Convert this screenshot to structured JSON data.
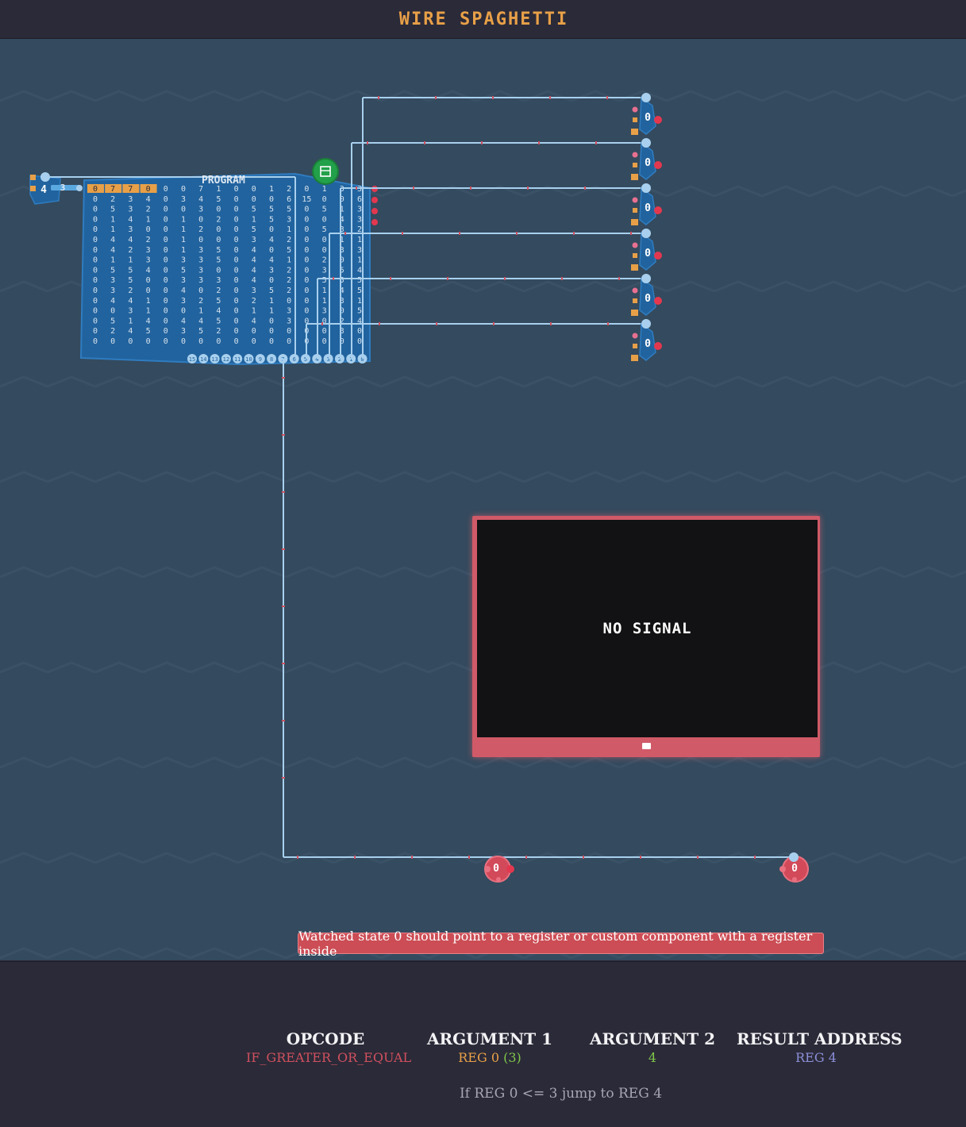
{
  "app": {
    "title": "WIRE SPAGHETTI"
  },
  "program": {
    "label": "PROGRAM",
    "rows": [
      [
        "0",
        "7",
        "7",
        "0",
        "0",
        "0",
        "7",
        "1",
        "0",
        "0",
        "1",
        "2",
        "0",
        "1",
        "3",
        "3"
      ],
      [
        "0",
        "2",
        "3",
        "4",
        "0",
        "3",
        "4",
        "5",
        "0",
        "0",
        "0",
        "6",
        "15",
        "0",
        "0",
        "6"
      ],
      [
        "0",
        "5",
        "3",
        "2",
        "0",
        "0",
        "3",
        "0",
        "0",
        "5",
        "5",
        "5",
        "0",
        "5",
        "1",
        "3"
      ],
      [
        "0",
        "1",
        "4",
        "1",
        "0",
        "1",
        "0",
        "2",
        "0",
        "1",
        "5",
        "3",
        "0",
        "0",
        "4",
        "3"
      ],
      [
        "0",
        "1",
        "3",
        "0",
        "0",
        "1",
        "2",
        "0",
        "0",
        "5",
        "0",
        "1",
        "0",
        "5",
        "3",
        "2"
      ],
      [
        "0",
        "4",
        "4",
        "2",
        "0",
        "1",
        "0",
        "0",
        "0",
        "3",
        "4",
        "2",
        "0",
        "0",
        "1",
        "1"
      ],
      [
        "0",
        "4",
        "2",
        "3",
        "0",
        "1",
        "3",
        "5",
        "0",
        "4",
        "0",
        "5",
        "0",
        "0",
        "3",
        "3"
      ],
      [
        "0",
        "1",
        "1",
        "3",
        "0",
        "3",
        "3",
        "5",
        "0",
        "4",
        "4",
        "1",
        "0",
        "2",
        "0",
        "1"
      ],
      [
        "0",
        "5",
        "5",
        "4",
        "0",
        "5",
        "3",
        "0",
        "0",
        "4",
        "3",
        "2",
        "0",
        "3",
        "5",
        "4"
      ],
      [
        "0",
        "3",
        "5",
        "0",
        "0",
        "3",
        "3",
        "3",
        "0",
        "4",
        "0",
        "2",
        "0",
        "5",
        "5",
        "5"
      ],
      [
        "0",
        "3",
        "2",
        "0",
        "0",
        "4",
        "0",
        "2",
        "0",
        "3",
        "5",
        "2",
        "0",
        "1",
        "4",
        "5"
      ],
      [
        "0",
        "4",
        "4",
        "1",
        "0",
        "3",
        "2",
        "5",
        "0",
        "2",
        "1",
        "0",
        "0",
        "1",
        "3",
        "1"
      ],
      [
        "0",
        "0",
        "3",
        "1",
        "0",
        "0",
        "1",
        "4",
        "0",
        "1",
        "1",
        "3",
        "0",
        "3",
        "0",
        "5"
      ],
      [
        "0",
        "5",
        "1",
        "4",
        "0",
        "4",
        "4",
        "5",
        "0",
        "4",
        "0",
        "3",
        "0",
        "0",
        "2",
        "4"
      ],
      [
        "0",
        "2",
        "4",
        "5",
        "0",
        "3",
        "5",
        "2",
        "0",
        "0",
        "0",
        "0",
        "0",
        "0",
        "3",
        "0"
      ],
      [
        "0",
        "0",
        "0",
        "0",
        "0",
        "0",
        "0",
        "0",
        "0",
        "0",
        "0",
        "0",
        "0",
        "0",
        "0",
        "0"
      ]
    ],
    "pins": [
      "15",
      "14",
      "13",
      "12",
      "11",
      "10",
      "9",
      "8",
      "7",
      "6",
      "5",
      "4",
      "3",
      "2",
      "1",
      "0"
    ]
  },
  "counter": {
    "value": "4",
    "sub_value": "3"
  },
  "registers": [
    {
      "value": "0"
    },
    {
      "value": "0"
    },
    {
      "value": "0"
    },
    {
      "value": "0"
    },
    {
      "value": "0"
    },
    {
      "value": "0"
    }
  ],
  "bottom_components": [
    {
      "value": "0"
    },
    {
      "value": "0"
    }
  ],
  "monitor": {
    "status": "NO SIGNAL"
  },
  "error": {
    "message": "Watched state 0 should point to a register or custom component with a register inside"
  },
  "info": {
    "opcode_header": "OPCODE",
    "opcode_value": "IF_GREATER_OR_EQUAL",
    "arg1_header": "ARGUMENT 1",
    "arg1_value": "REG 0",
    "arg1_extra": "(3)",
    "arg2_header": "ARGUMENT 2",
    "arg2_value": "4",
    "result_header": "RESULT ADDRESS",
    "result_value": "REG 4",
    "description": "If REG 0 <= 3 jump to REG 4"
  },
  "colors": {
    "opcode": "#d0505e",
    "arg1": "#e8a048",
    "arg1_extra": "#7fc84a",
    "arg2": "#7fc84a",
    "result": "#8b8fd8",
    "wire": "#a8d0ee",
    "accent": "#e8a048"
  }
}
